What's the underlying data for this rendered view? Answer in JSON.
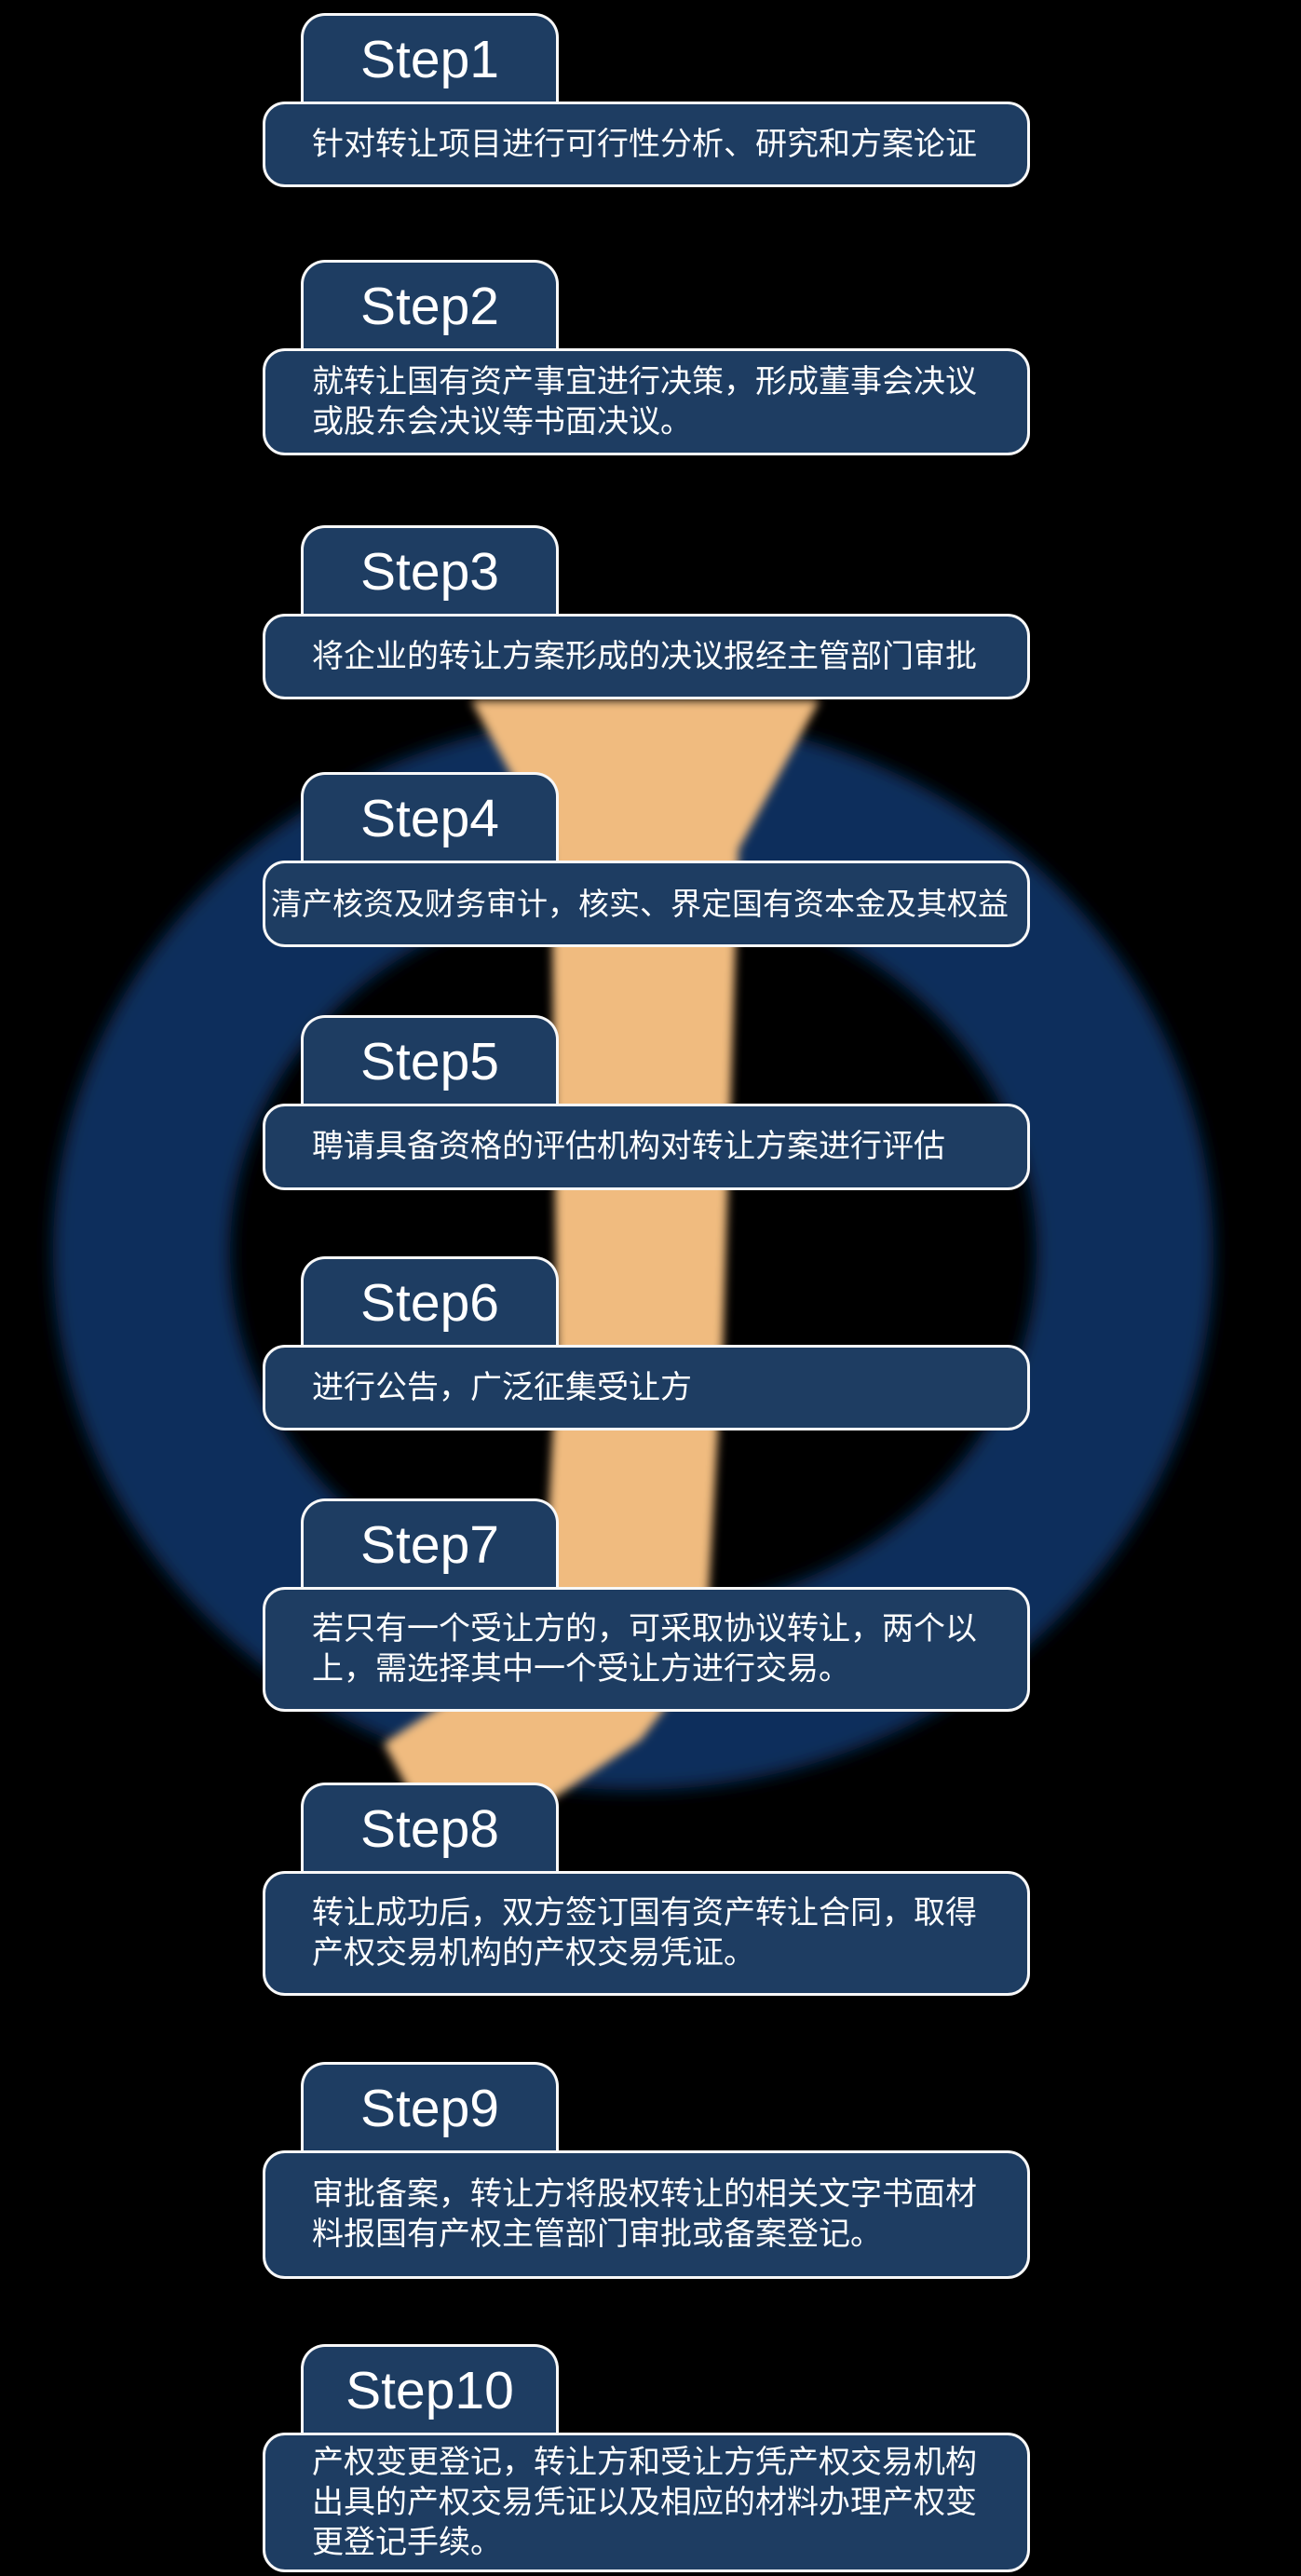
{
  "diagram_title": "",
  "colors": {
    "background": "#000000",
    "box_fill": "#1e3d62",
    "box_border": "#f8f8f8",
    "text": "#ffffff",
    "ring": "#112f5b",
    "hand": "#f0bb7f"
  },
  "watermark": {
    "ring_shape": "clock-ring",
    "hand_shape": "clock-hand"
  },
  "steps": [
    {
      "label": "Step1",
      "text": "针对转让项目进行可行性分析、研究和方案论证"
    },
    {
      "label": "Step2",
      "text": "就转让国有资产事宜进行决策，形成董事会决议\n或股东会决议等书面决议。"
    },
    {
      "label": "Step3",
      "text": "将企业的转让方案形成的决议报经主管部门审批"
    },
    {
      "label": "Step4",
      "text": "清产核资及财务审计，核实、界定国有资本金及其权益"
    },
    {
      "label": "Step5",
      "text": "聘请具备资格的评估机构对转让方案进行评估"
    },
    {
      "label": "Step6",
      "text": "进行公告，广泛征集受让方"
    },
    {
      "label": "Step7",
      "text": "若只有一个受让方的，可采取协议转让，两个以\n上，需选择其中一个受让方进行交易。"
    },
    {
      "label": "Step8",
      "text": "转让成功后，双方签订国有资产转让合同，取得\n产权交易机构的产权交易凭证。"
    },
    {
      "label": "Step9",
      "text": "审批备案，转让方将股权转让的相关文字书面材\n料报国有产权主管部门审批或备案登记。"
    },
    {
      "label": "Step10",
      "text": "产权变更登记，转让方和受让方凭产权交易机构\n出具的产权交易凭证以及相应的材料办理产权变\n更登记手续。"
    }
  ]
}
